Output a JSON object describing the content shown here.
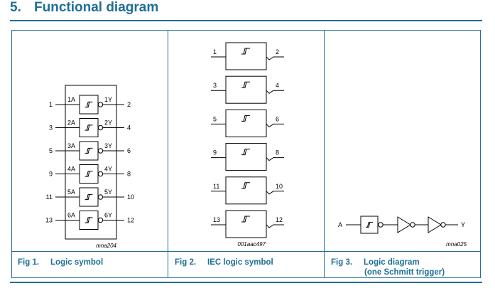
{
  "heading": {
    "number": "5.",
    "title": "Functional diagram"
  },
  "fig1": {
    "label": "Fig 1.",
    "title": "Logic symbol",
    "ref": "mna204",
    "gates": [
      {
        "in_pin": "1",
        "in_name": "1A",
        "out_name": "1Y",
        "out_pin": "2"
      },
      {
        "in_pin": "3",
        "in_name": "2A",
        "out_name": "2Y",
        "out_pin": "4"
      },
      {
        "in_pin": "5",
        "in_name": "3A",
        "out_name": "3Y",
        "out_pin": "6"
      },
      {
        "in_pin": "9",
        "in_name": "4A",
        "out_name": "4Y",
        "out_pin": "8"
      },
      {
        "in_pin": "11",
        "in_name": "5A",
        "out_name": "5Y",
        "out_pin": "10"
      },
      {
        "in_pin": "13",
        "in_name": "6A",
        "out_name": "6Y",
        "out_pin": "12"
      }
    ]
  },
  "fig2": {
    "label": "Fig 2.",
    "title": "IEC logic symbol",
    "ref": "001aac497",
    "gates": [
      {
        "in_pin": "1",
        "out_pin": "2"
      },
      {
        "in_pin": "3",
        "out_pin": "4"
      },
      {
        "in_pin": "5",
        "out_pin": "6"
      },
      {
        "in_pin": "9",
        "out_pin": "8"
      },
      {
        "in_pin": "11",
        "out_pin": "10"
      },
      {
        "in_pin": "13",
        "out_pin": "12"
      }
    ]
  },
  "fig3": {
    "label": "Fig 3.",
    "title_line1": "Logic diagram",
    "title_line2": "(one Schmitt trigger)",
    "input": "A",
    "output": "Y",
    "ref": "mna025"
  }
}
